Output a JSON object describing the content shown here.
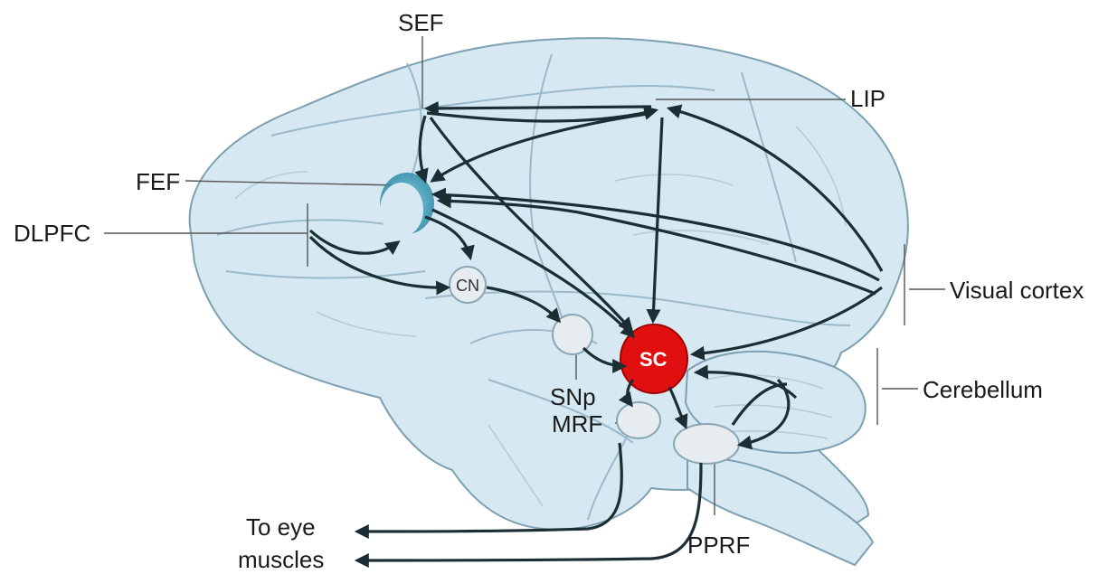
{
  "labels": {
    "sef": "SEF",
    "lip": "LIP",
    "fef": "FEF",
    "dlpfc": "DLPFC",
    "cn": "CN",
    "sc": "SC",
    "snp": "SNp",
    "mrf": "MRF",
    "pprf": "PPRF",
    "visual_cortex": "Visual cortex",
    "cerebellum": "Cerebellum",
    "to_eye_1": "To eye",
    "to_eye_2": "muscles"
  },
  "colors": {
    "sc": "#e01010",
    "fef": "#3c9dbb",
    "brain": "#d6e9f2",
    "arrow": "#1a2e33"
  }
}
